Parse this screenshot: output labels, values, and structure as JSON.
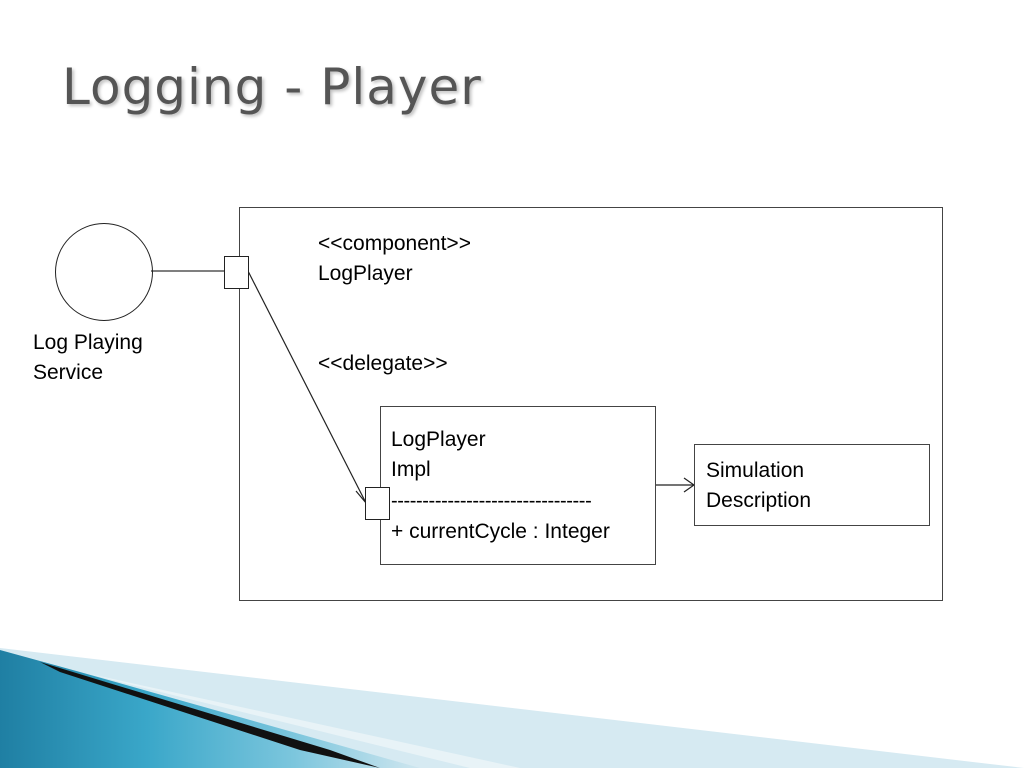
{
  "slide": {
    "title": "Logging - Player"
  },
  "interface": {
    "label_line1": "Log Playing",
    "label_line2": "Service"
  },
  "component": {
    "stereotype": "<<component>>",
    "name": "LogPlayer",
    "delegate_stereotype": "<<delegate>>"
  },
  "impl_class": {
    "name_line1": "LogPlayer",
    "name_line2": "Impl",
    "separator": "--------------------------------",
    "attribute": "+ currentCycle : Integer"
  },
  "dependency_target": {
    "name_line1": "Simulation",
    "name_line2": "Description"
  },
  "colors": {
    "title": "#555555",
    "outline": "#444444",
    "deco_teal": "#2b8fb0",
    "deco_light": "#cfe6ef",
    "deco_dark": "#111111"
  }
}
